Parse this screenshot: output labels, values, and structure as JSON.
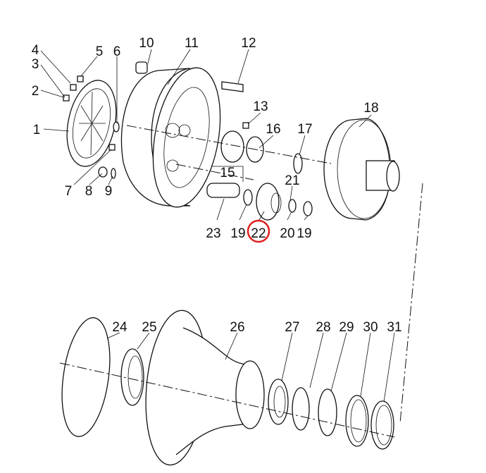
{
  "diagram": {
    "callouts": [
      "1",
      "2",
      "3",
      "4",
      "5",
      "6",
      "7",
      "8",
      "9",
      "10",
      "11",
      "12",
      "13",
      "15",
      "16",
      "17",
      "18",
      "19",
      "20",
      "19",
      "21",
      "22",
      "23",
      "24",
      "25",
      "26",
      "27",
      "28",
      "29",
      "30",
      "31"
    ],
    "highlighted_callout": "22",
    "highlight_color": "#e0201e"
  }
}
